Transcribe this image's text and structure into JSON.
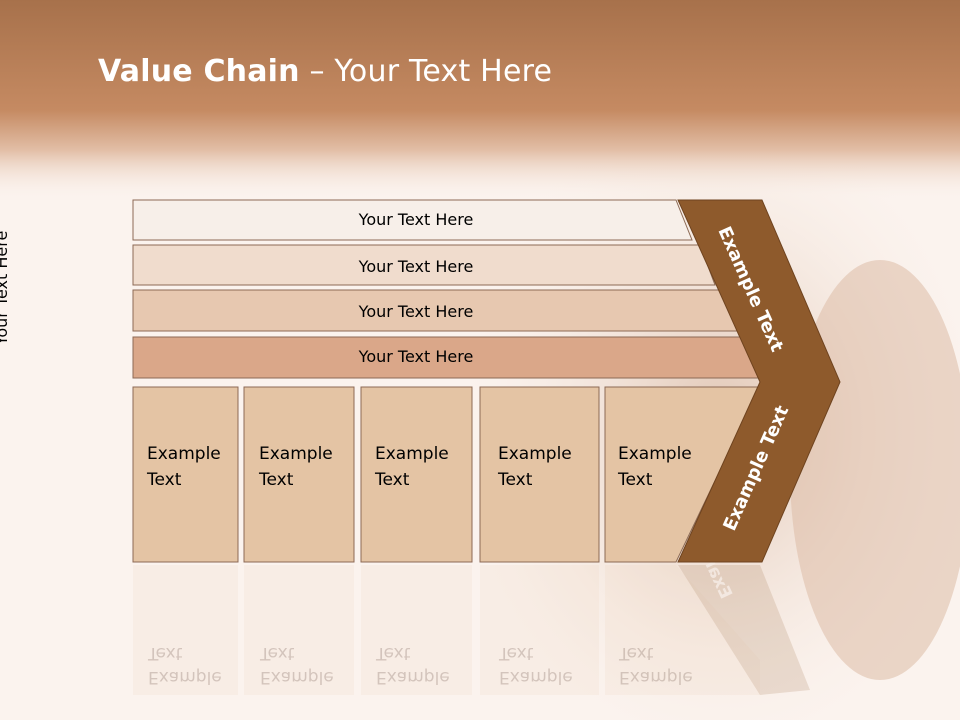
{
  "title": {
    "bold": "Value Chain",
    "rest": " – Your Text Here"
  },
  "side_label": "Your Text Here",
  "rows": [
    "Your Text Here",
    "Your Text Here",
    "Your Text Here",
    "Your Text Here"
  ],
  "boxes": [
    [
      "Example",
      "Text"
    ],
    [
      "Example",
      "Text"
    ],
    [
      "Example",
      "Text"
    ],
    [
      "Example",
      "Text"
    ],
    [
      "Example",
      "Text"
    ]
  ],
  "chevron": {
    "upper": "Example Text",
    "lower": "Example Text"
  },
  "colors": {
    "header": "#c58a62",
    "row1": "#f7efe9",
    "row2": "#f0dccd",
    "row3": "#e7c8b0",
    "row4": "#daa789",
    "box": "#e4c4a4",
    "chevron": "#8e5a2c"
  }
}
